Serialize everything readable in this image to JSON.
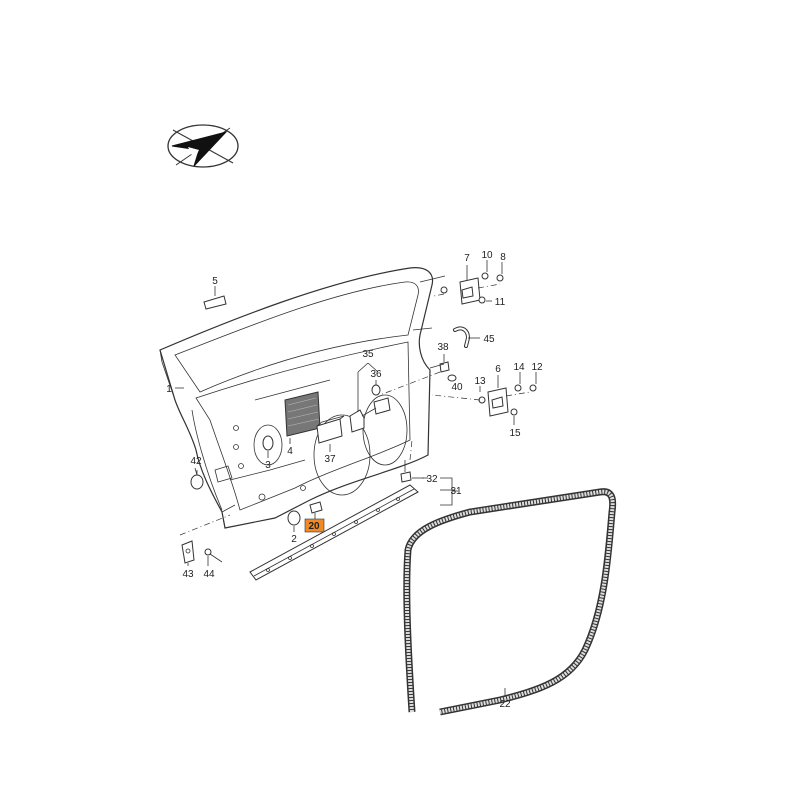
{
  "colors": {
    "highlight": "#f08a24",
    "line": "#333333",
    "background": "#ffffff"
  },
  "icons": [
    "direction-arrow-icon"
  ],
  "part_labels": {
    "p1": "1",
    "p2": "2",
    "p3": "3",
    "p4": "4",
    "p5": "5",
    "p6": "6",
    "p7": "7",
    "p8": "8",
    "p10": "10",
    "p11": "11",
    "p12": "12",
    "p13": "13",
    "p14": "14",
    "p15": "15",
    "p20": "20",
    "p22": "22",
    "p31": "31",
    "p32": "32",
    "p35": "35",
    "p36": "36",
    "p37": "37",
    "p38": "38",
    "p40": "40",
    "p42": "42",
    "p43": "43",
    "p44": "44",
    "p45": "45"
  },
  "highlighted_part": "20"
}
